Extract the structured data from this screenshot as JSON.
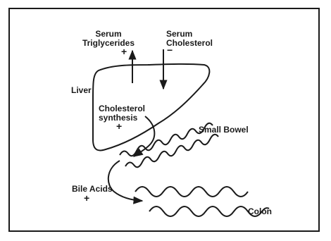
{
  "diagram": {
    "labels": {
      "serum_triglycerides": "Serum\nTriglycerides",
      "serum_triglycerides_sign": "+",
      "serum_cholesterol": "Serum\nCholesterol",
      "serum_cholesterol_sign": "−",
      "liver": "Liver",
      "cholesterol_synthesis": "Cholesterol\nsynthesis",
      "cholesterol_synthesis_sign": "+",
      "small_bowel": "Small Bowel",
      "bile_acids": "Bile Acids",
      "bile_acids_sign": "+",
      "colon": "Colon"
    },
    "colors": {
      "ink": "#1a1a1a",
      "background": "#ffffff"
    }
  }
}
